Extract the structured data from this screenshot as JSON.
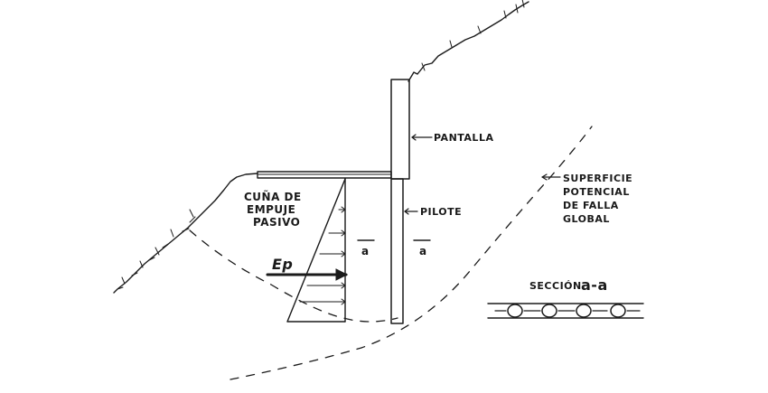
{
  "labels": {
    "pantalla": "PANTALLA",
    "pilote": "PILOTE",
    "cuna_line1": "CUÑA DE",
    "cuna_line2": "EMPUJE",
    "cuna_line3": "PASIVO",
    "ep": "Ep",
    "sup_line1": "SUPERFICIE",
    "sup_line2": "POTENCIAL",
    "sup_line3": "DE FALLA",
    "sup_line4": "GLOBAL",
    "section_label": "SECCIÓN",
    "section_marker": "a-a",
    "cut_left": "a",
    "cut_right": "a"
  }
}
